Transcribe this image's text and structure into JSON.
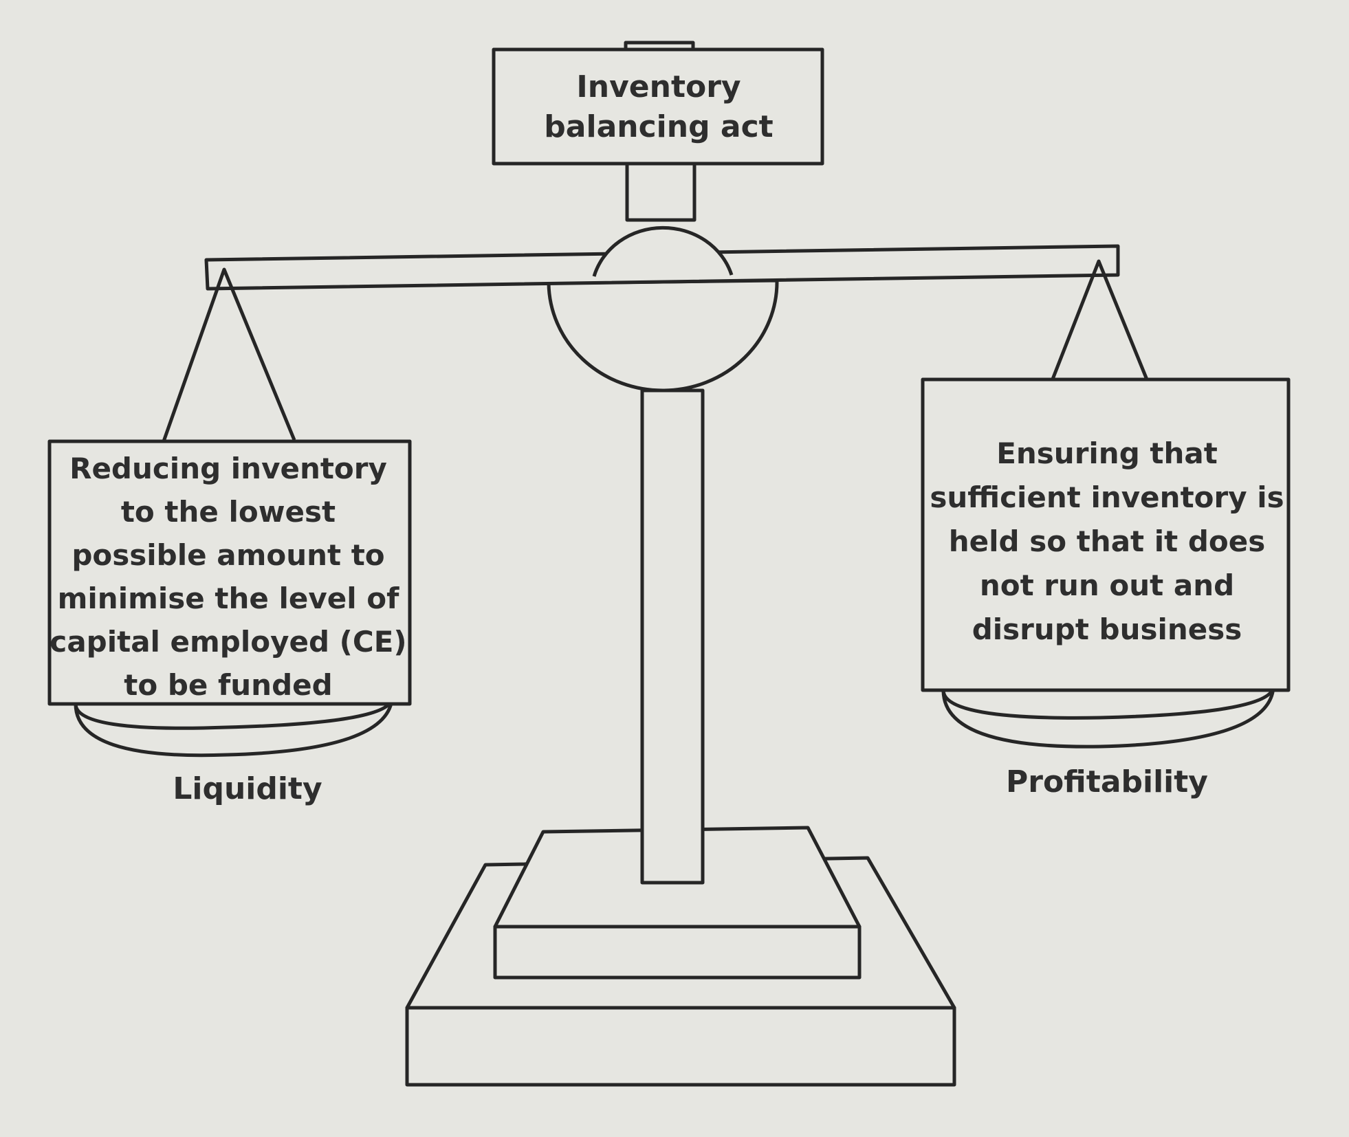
{
  "diagram": {
    "title": "Inventory balancing act",
    "left_pan_text": "Reducing inventory to the lowest possible amount to minimise the level of capital employed (CE) to be funded",
    "right_pan_text": "Ensuring that sufficient inventory is held so that it does not run out and disrupt business",
    "left_caption": "Liquidity",
    "right_caption": "Profitability"
  },
  "colors": {
    "background": "#e6e6e1",
    "stroke": "#262626",
    "text": "#2e2e2e"
  }
}
